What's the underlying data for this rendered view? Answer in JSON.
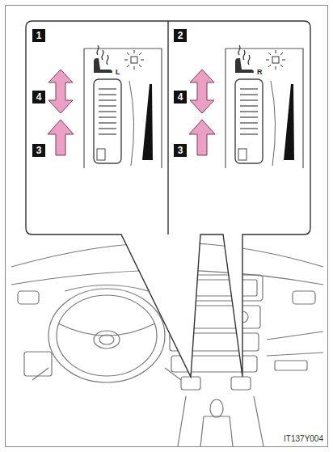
{
  "diagram": {
    "labels": [
      "1",
      "4",
      "3",
      "L",
      "2",
      "4",
      "3",
      "R",
      "IT137Y004"
    ]
  }
}
